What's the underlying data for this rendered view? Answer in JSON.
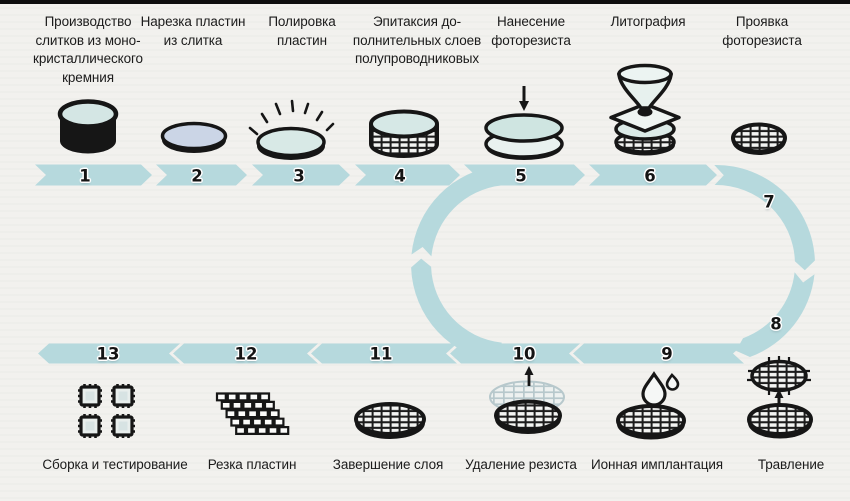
{
  "palette": {
    "band": "#b6d9dd",
    "background": "#f2f1ee",
    "outline": "#161616",
    "ghost": "#b7c8cc"
  },
  "steps": [
    {
      "number": "1",
      "label": "Производство\nслитков из моно-\nкристаллического\nкремния",
      "icon": "silicon-ingot-icon"
    },
    {
      "number": "2",
      "label": "Нарезка пластин\nиз слитка",
      "icon": "sliced-wafer-icon"
    },
    {
      "number": "3",
      "label": "Полировка\nпластин",
      "icon": "polished-wafer-icon"
    },
    {
      "number": "4",
      "label": "Эпитаксия до-\nполнительных слоев\nполупроводниковых",
      "icon": "epitaxy-layers-icon"
    },
    {
      "number": "5",
      "label": "Нанесение\nфоторезиста",
      "icon": "photoresist-coating-icon"
    },
    {
      "number": "6",
      "label": "Литография",
      "icon": "lithography-exposure-icon"
    },
    {
      "number": "7",
      "label": "Проявка\nфоторезиста",
      "icon": "developed-wafer-icon"
    },
    {
      "number": "8",
      "label": "Травление",
      "icon": "etching-icon"
    },
    {
      "number": "9",
      "label": "Ионная имплантация",
      "icon": "ion-implantation-icon"
    },
    {
      "number": "10",
      "label": "Удаление резиста",
      "icon": "resist-removal-icon"
    },
    {
      "number": "11",
      "label": "Завершение слоя",
      "icon": "completed-layer-wafer-icon"
    },
    {
      "number": "12",
      "label": "Резка пластин",
      "icon": "diced-wafers-icon"
    },
    {
      "number": "13",
      "label": "Сборка и тестирование",
      "icon": "assembled-chips-icon"
    }
  ]
}
